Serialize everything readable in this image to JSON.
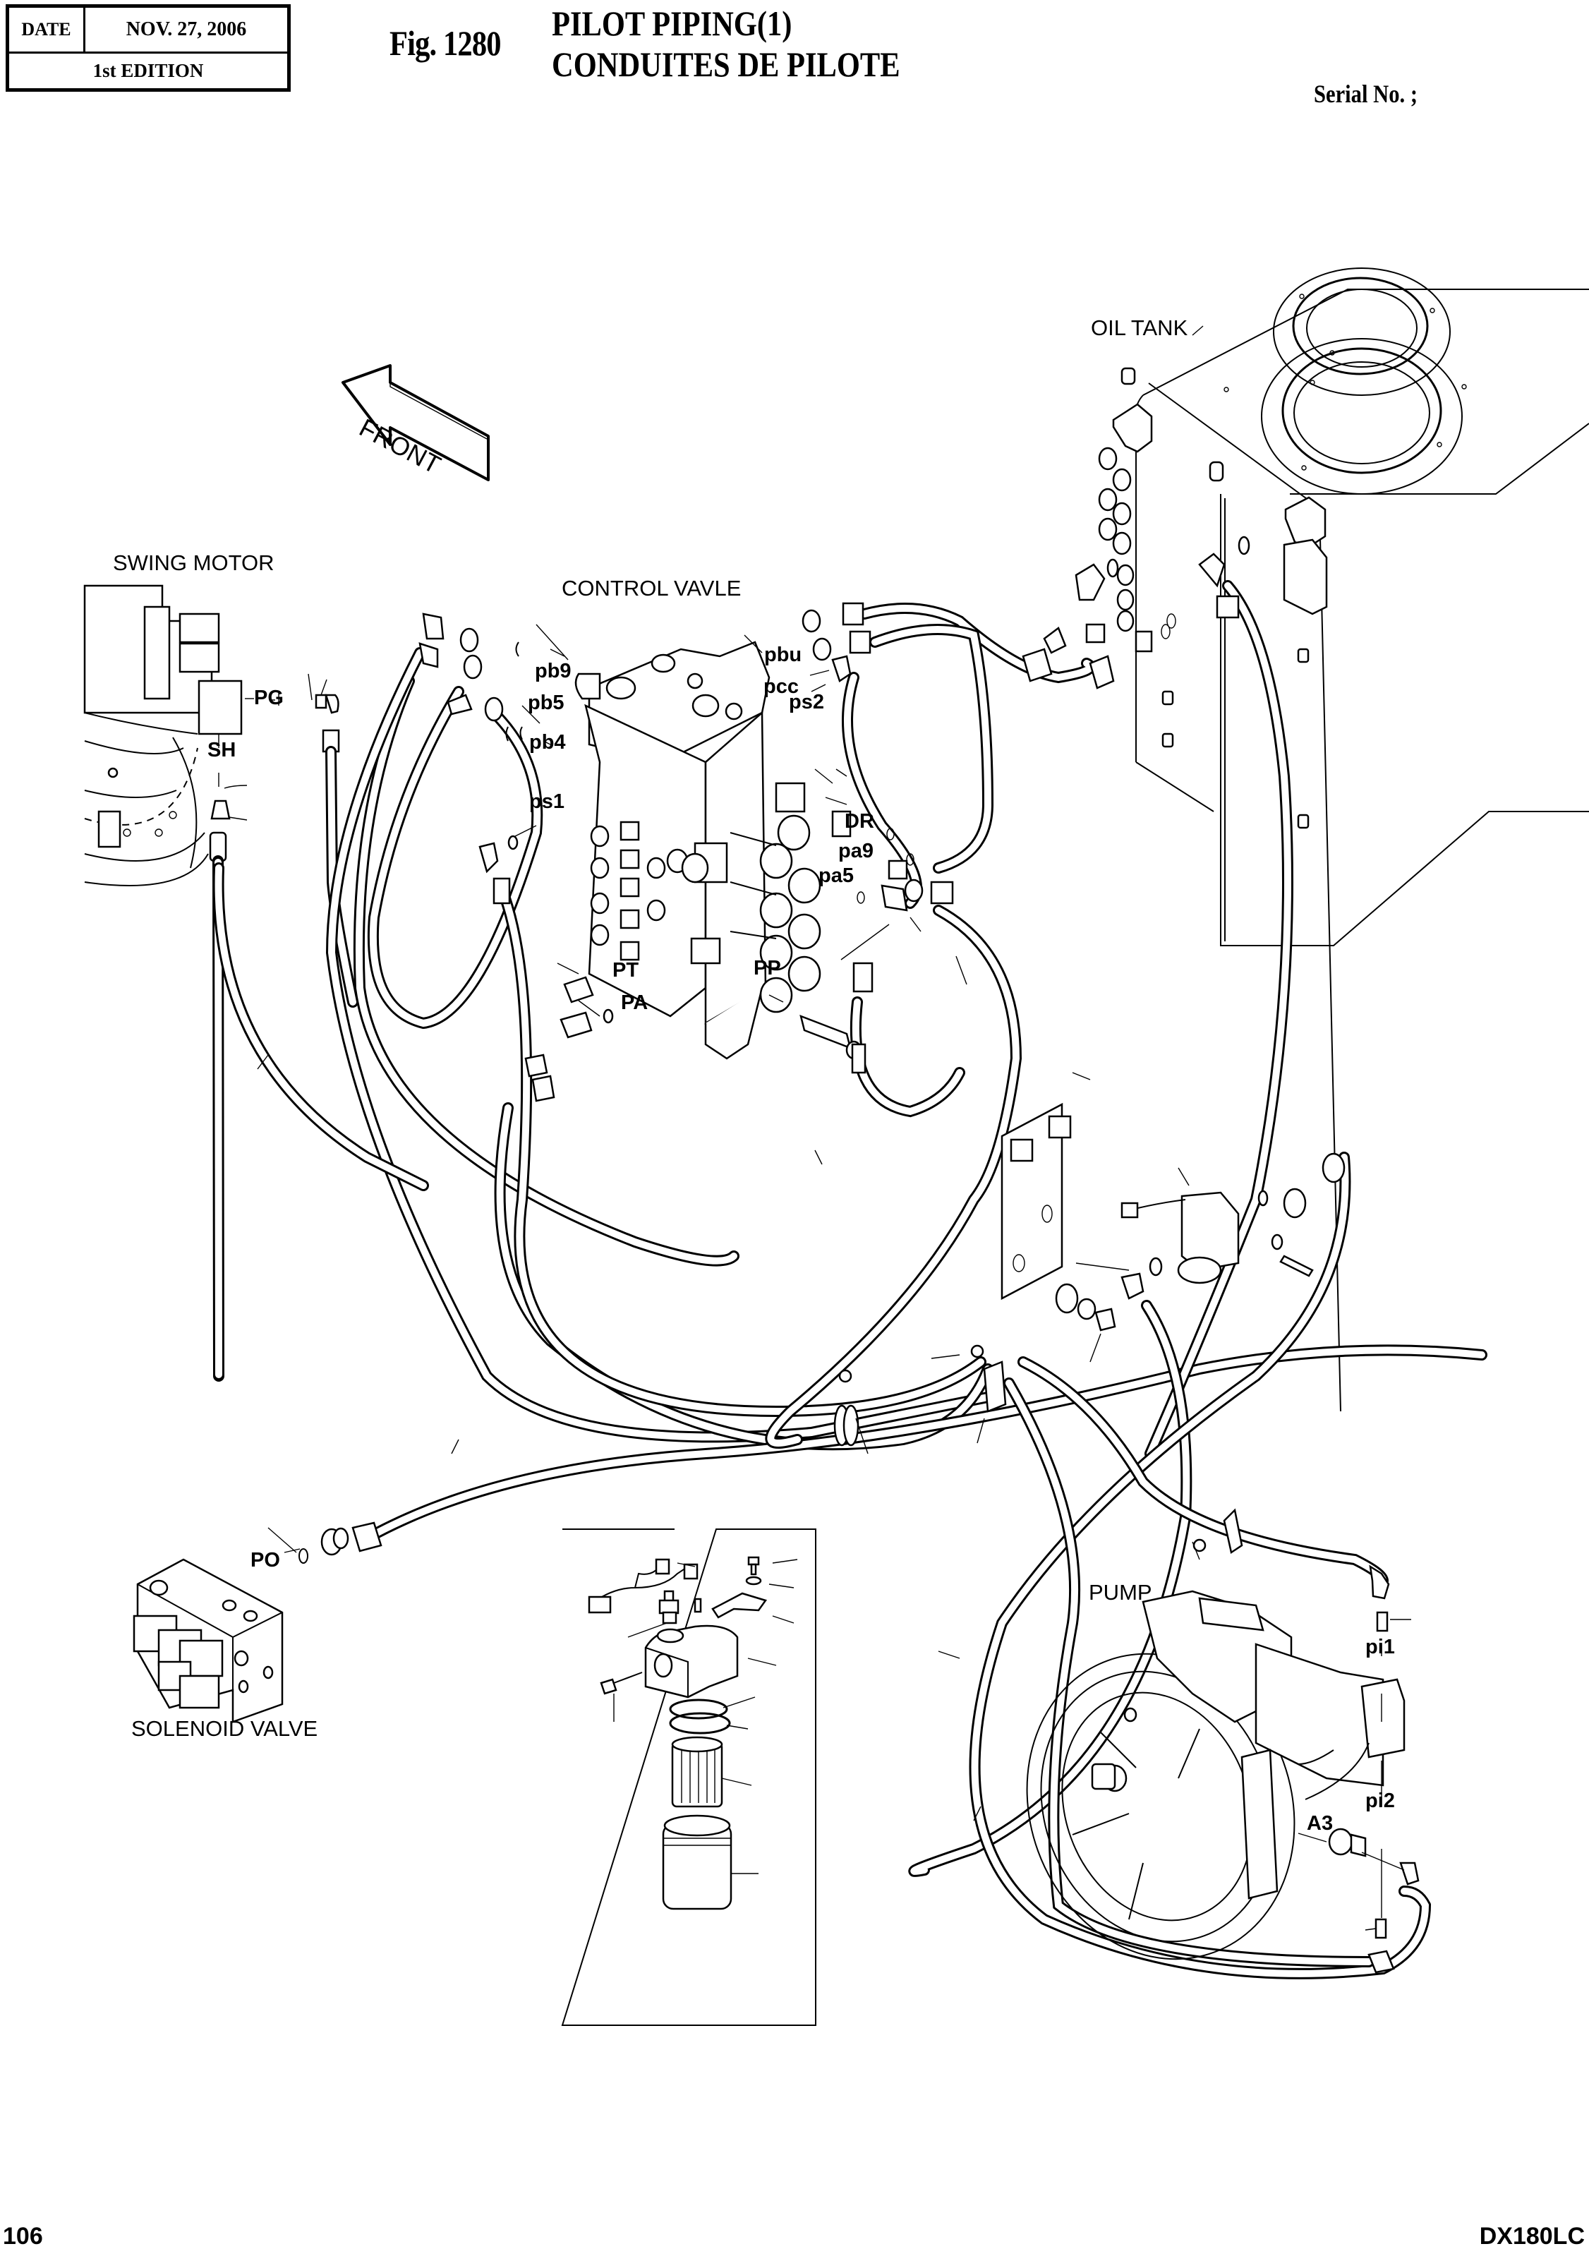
{
  "header": {
    "date_label": "DATE",
    "date_value": "NOV. 27, 2006",
    "edition": "1st EDITION",
    "figure_number": "Fig. 1280",
    "title_en": "PILOT  PIPING(1)",
    "title_fr": "CONDUITES  DE  PILOTE",
    "serial_label": "Serial No. ;"
  },
  "footer": {
    "page_number": "106",
    "model": "DX180LC"
  },
  "direction_arrow": {
    "label": "FRONT"
  },
  "components": {
    "oil_tank": "OIL TANK",
    "swing_motor": "SWING MOTOR",
    "control_valve": "CONTROL VAVLE",
    "solenoid_valve": "SOLENOID VALVE",
    "pump": "PUMP"
  },
  "ports": {
    "pg": "PG",
    "sh": "SH",
    "pb9": "pb9",
    "pb5": "pb5",
    "pb4": "pb4",
    "ps1": "ps1",
    "pbu": "pbu",
    "pcc": "pcc",
    "ps2": "ps2",
    "dr": "DR",
    "pa9": "pa9",
    "pa5": "pa5",
    "pt": "PT",
    "pa": "PA",
    "pp": "PP",
    "po": "PO",
    "pi1": "pi1",
    "pi2": "pi2",
    "a3": "A3"
  }
}
